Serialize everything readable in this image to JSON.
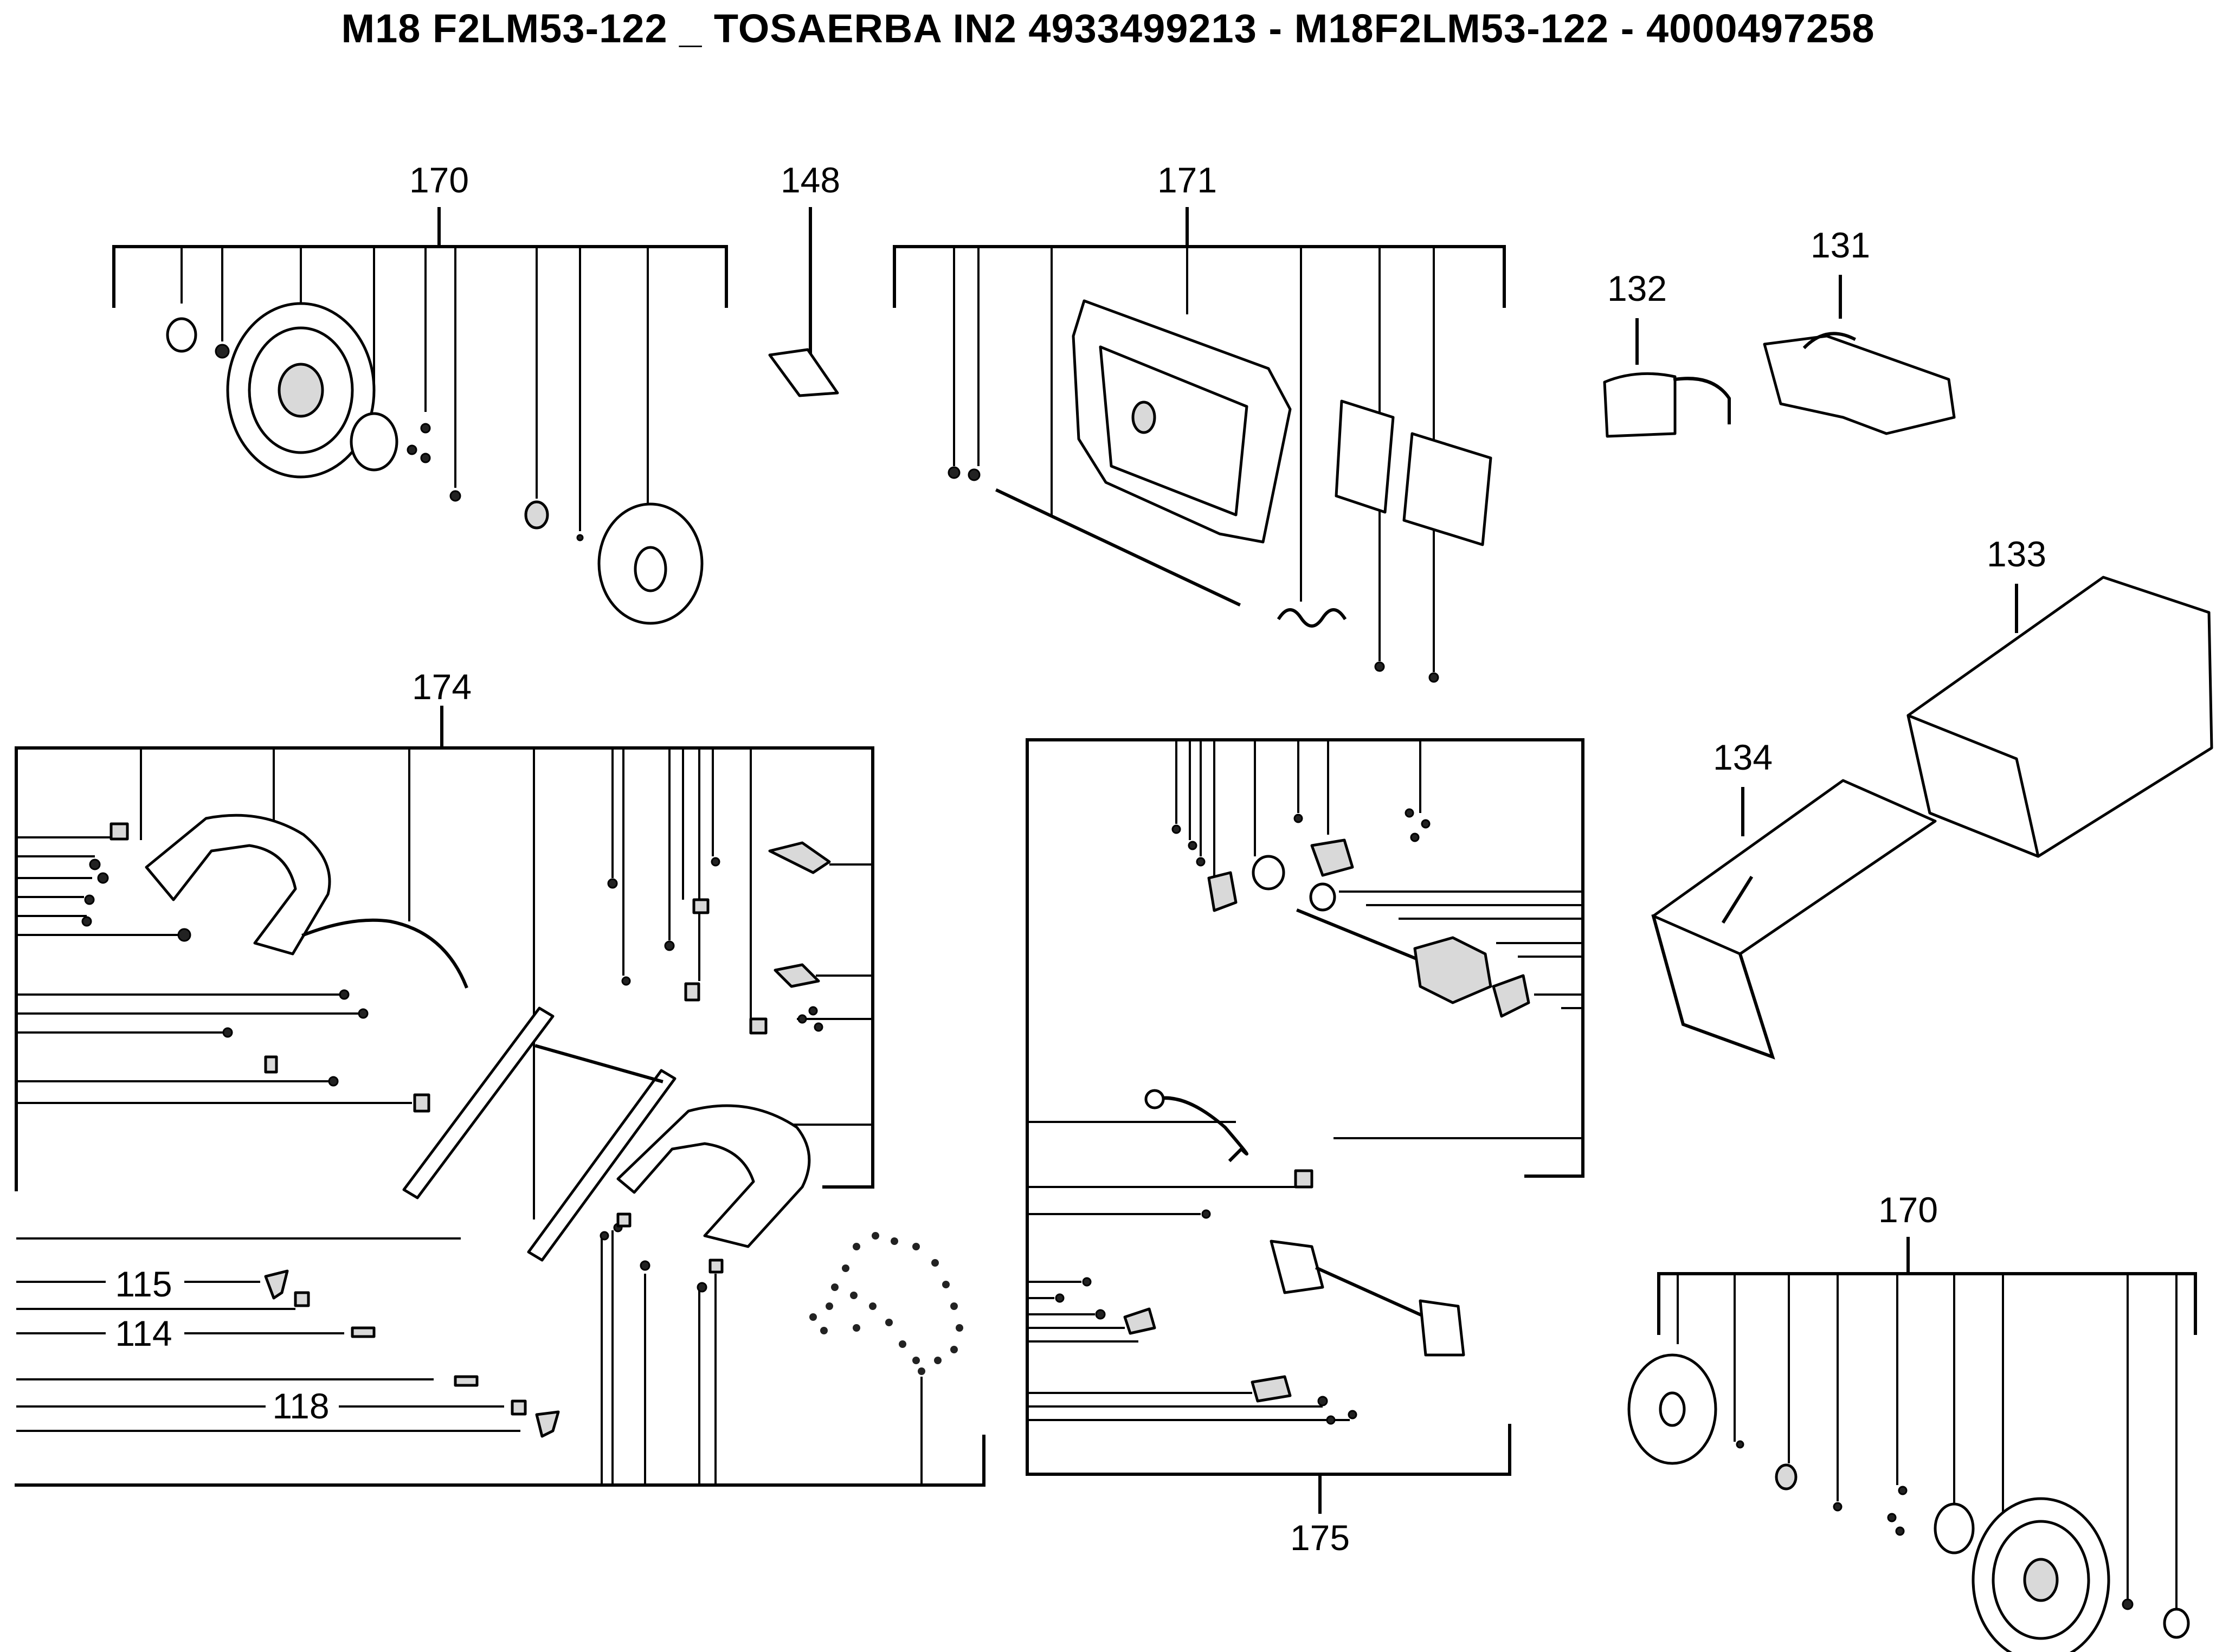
{
  "title": "M18 F2LM53-122 _ TOSAERBA IN2 4933499213 - M18F2LM53-122 - 4000497258",
  "labels": {
    "a170_top": "170",
    "a148": "148",
    "a171": "171",
    "a132": "132",
    "a131": "131",
    "a133": "133",
    "a134": "134",
    "a174": "174",
    "a175": "175",
    "a170_bottom": "170",
    "a115": "115",
    "a114": "114",
    "a118": "118"
  }
}
